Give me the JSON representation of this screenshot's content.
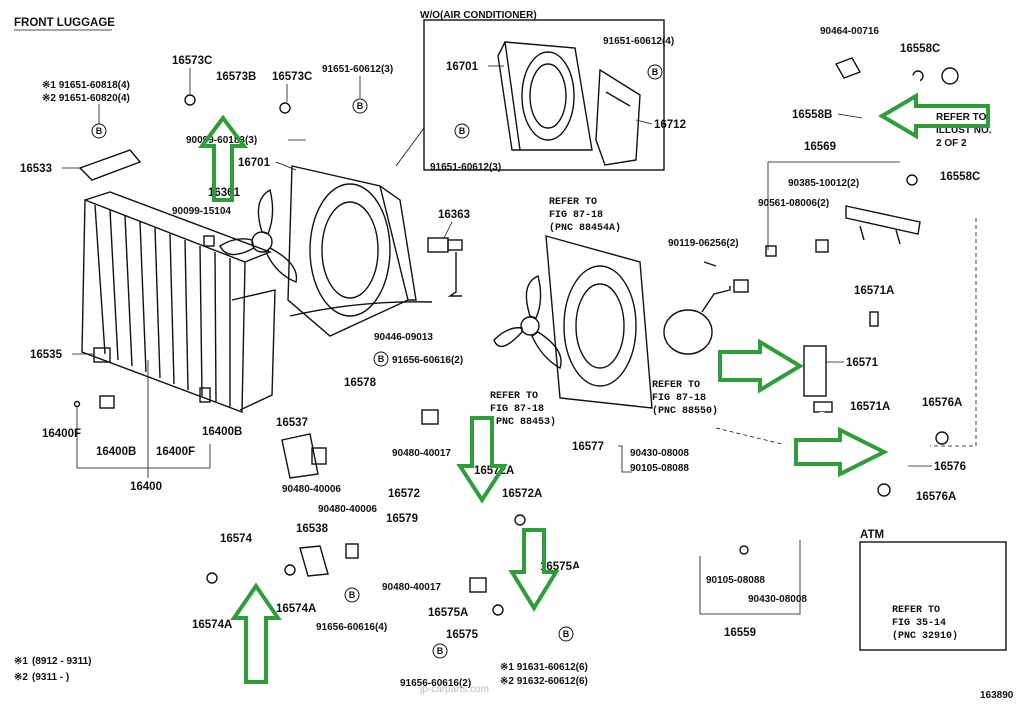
{
  "section_title": "FRONT LUGGAGE",
  "inset_ac_title": "W/O(AIR CONDITIONER)",
  "inset_atm_title": "ATM",
  "figure_number": "163890",
  "watermark": "jp-carparts.com",
  "footnotes": [
    {
      "mark": "※1",
      "text": "(8912 - 9311)"
    },
    {
      "mark": "※2",
      "text": "(9311 -      )"
    }
  ],
  "refer_notes": {
    "refer_8718_a": [
      "REFER TO",
      "FIG 87-18",
      "(PNC 88454A)"
    ],
    "refer_8718_b": [
      "REFER TO",
      "FIG 87-18",
      "(PNC 88453)"
    ],
    "refer_8718_c": [
      "REFER TO",
      "FIG 87-18",
      "(PNC 88550)"
    ],
    "refer_illust": [
      "REFER TO",
      "ILLUST NO.",
      "2 OF 2"
    ],
    "refer_3514": [
      "REFER TO",
      "FIG 35-14",
      "(PNC 32910)"
    ]
  },
  "bolt_symbol": "B",
  "part_labels": {
    "p16573C_l": "16573C",
    "p16573B": "16573B",
    "p16573C_r": "16573C",
    "p91651_60612_top": "91651-60612(3)",
    "p91651_60818": "※1 91651-60818(4)",
    "p91651_60820": "※2 91651-60820(4)",
    "p90099_60183": "90099-60183(3)",
    "p16701": "16701",
    "p16533": "16533",
    "p16361": "16361",
    "p90099_15104": "90099-15104",
    "p16535": "16535",
    "p16400F_l": "16400F",
    "p16400B_l": "16400B",
    "p16400F_r": "16400F",
    "p16400B_r": "16400B",
    "p16400": "16400",
    "p16701_inset": "16701",
    "p91651_60612_ac1": "91651-60612(4)",
    "p16712": "16712",
    "p91651_60612_ac2": "91651-60612(3)",
    "p16363": "16363",
    "p90446_09013": "90446-09013",
    "p91656_60616_2": "91656-60616(2)",
    "p16578": "16578",
    "p16537": "16537",
    "p90480_40017_a": "90480-40017",
    "p90480_40006_a": "90480-40006",
    "p16572A_top": "16572A",
    "p16572": "16572",
    "p16572A": "16572A",
    "p90480_40006_b": "90480-40006",
    "p16579": "16579",
    "p16574": "16574",
    "p16538": "16538",
    "p16574A_l": "16574A",
    "p16574A_r": "16574A",
    "p91656_60616_4": "91656-60616(4)",
    "p90480_40017_b": "90480-40017",
    "p16575A_a": "16575A",
    "p16575A_b": "16575A",
    "p16575": "16575",
    "p91656_60616_2b": "91656-60616(2)",
    "p91631_60612": "※1 91631-60612(6)",
    "p91632_60612": "※2 91632-60612(6)",
    "p90464_00716": "90464-00716",
    "p16558C_top": "16558C",
    "p16558B": "16558B",
    "p16558C_bot": "16558C",
    "p16569": "16569",
    "p90385_10012": "90385-10012(2)",
    "p90561_08006": "90561-08006(2)",
    "p90119_06256": "90119-06256(2)",
    "p16571A_top": "16571A",
    "p16571": "16571",
    "p16571A_bot": "16571A",
    "p16576A_top": "16576A",
    "p16576": "16576",
    "p16576A_bot": "16576A",
    "p16577": "16577",
    "p90430_08008_a": "90430-08008",
    "p90105_08088_a": "90105-08088",
    "p90105_08088_b": "90105-08088",
    "p90430_08008_b": "90430-08008",
    "p16559": "16559"
  },
  "highlight_color": "#2e9d3a"
}
